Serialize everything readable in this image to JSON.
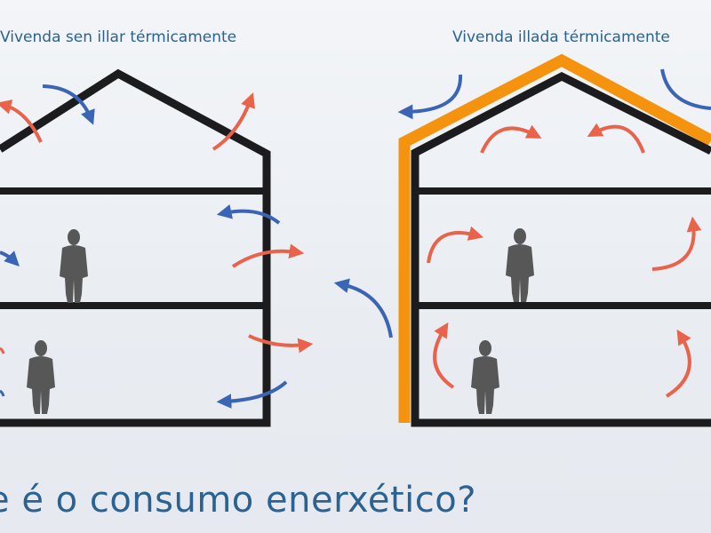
{
  "labels": {
    "left_house": "Vivenda sen illar térmicamente",
    "right_house": "Vivenda illada térmicamente"
  },
  "question": "e é o consumo enerxético?",
  "colors": {
    "wall": "#1c1c1e",
    "insulation": "#f5930f",
    "warm_arrow": "#e9624a",
    "cold_arrow": "#3a65b4",
    "person": "#575757",
    "text": "#2a6393",
    "background": "#eef1f5"
  },
  "icons": {
    "warm_flow": "curved-arrow-red",
    "cold_flow": "curved-arrow-blue",
    "occupant": "person-silhouette"
  }
}
